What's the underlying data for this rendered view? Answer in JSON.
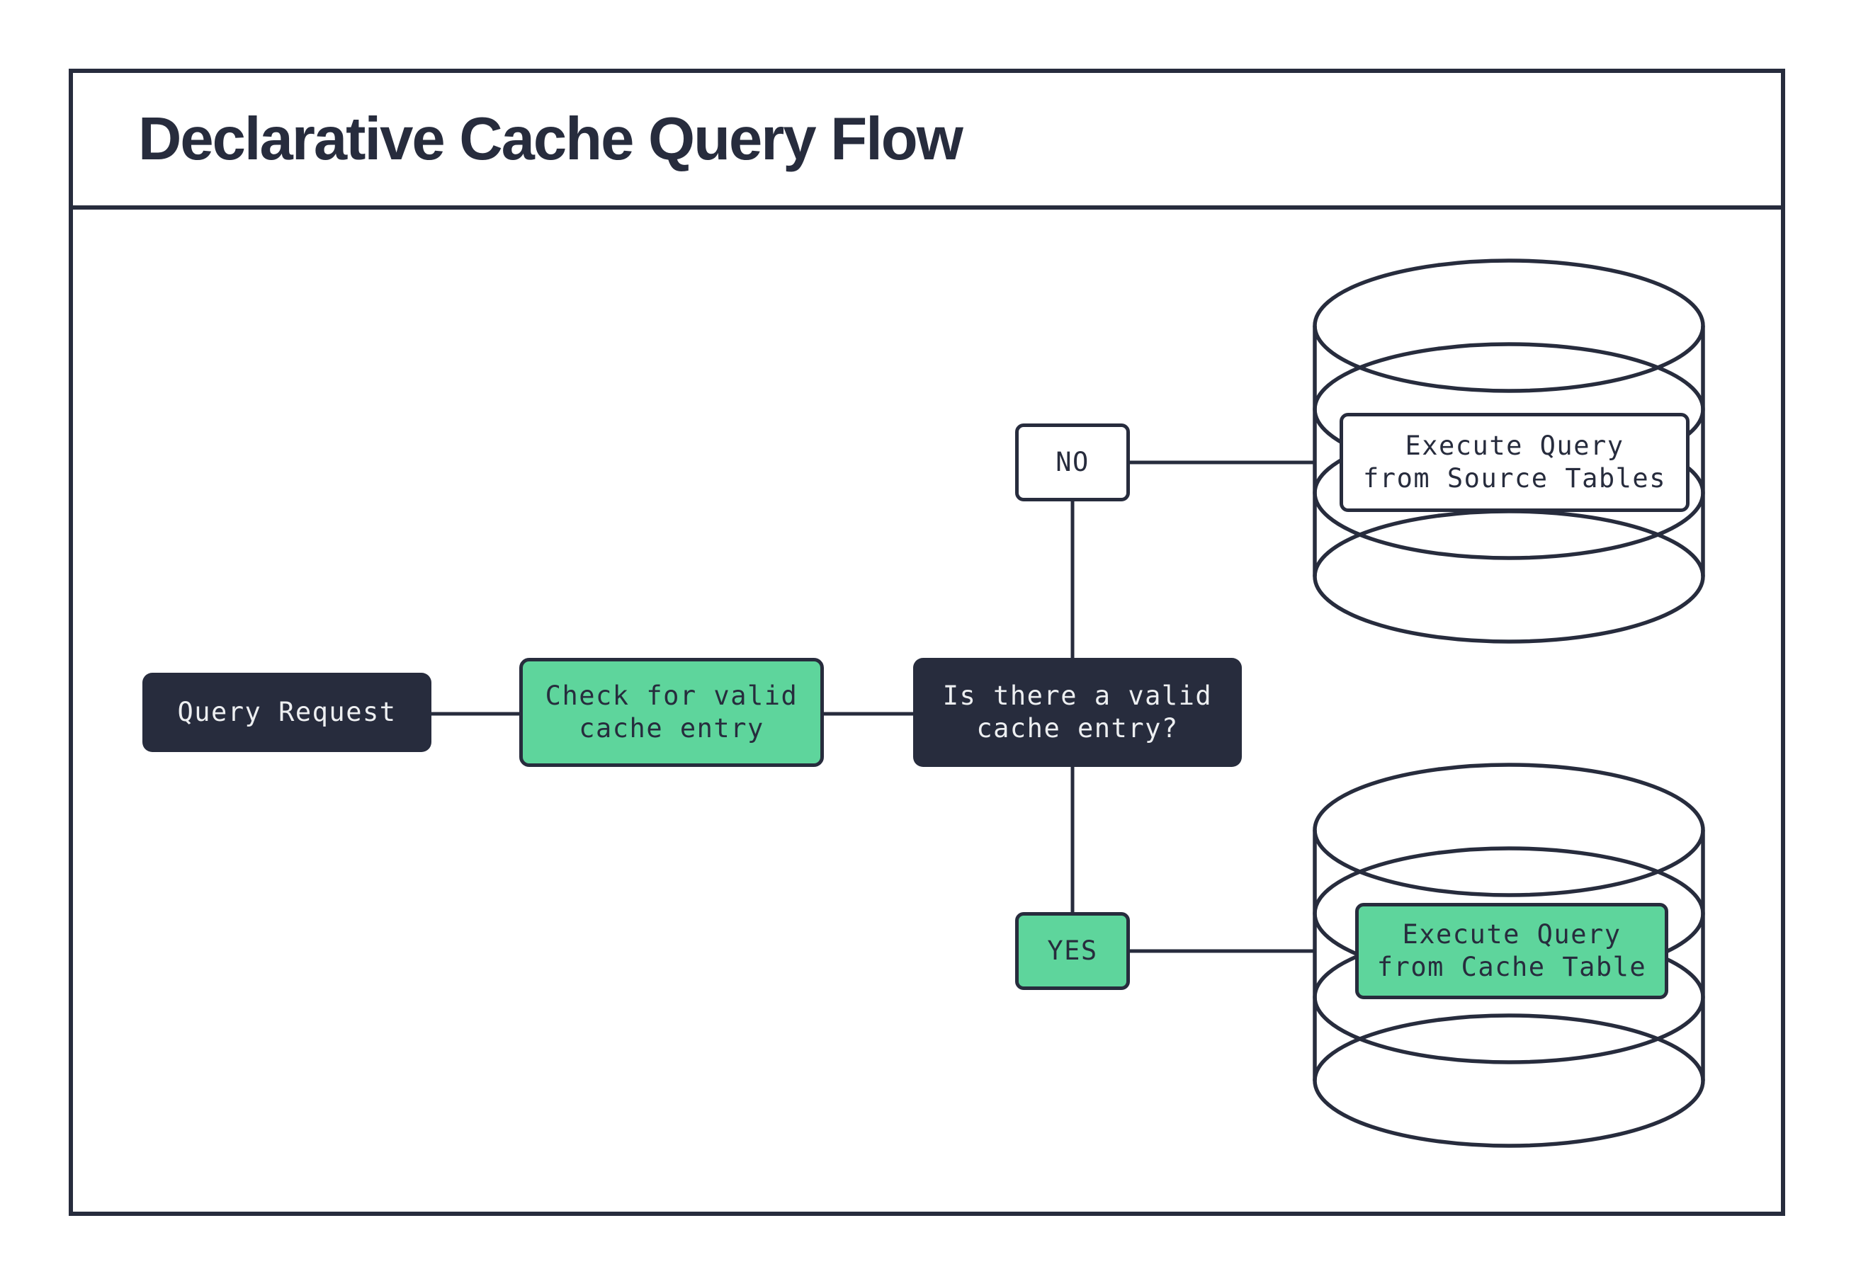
{
  "title": "Declarative Cache Query Flow",
  "theme": {
    "dark": "#272c3d",
    "green": "#5ed59c",
    "white": "#ffffff",
    "light_text": "#edeff1"
  },
  "nodes": {
    "query_request": {
      "label": "Query Request"
    },
    "check_cache": {
      "line1": "Check for valid",
      "line2": "cache entry"
    },
    "decision": {
      "line1": "Is there a valid",
      "line2": "cache entry?"
    },
    "no_branch": {
      "label": "NO"
    },
    "yes_branch": {
      "label": "YES"
    },
    "execute_source": {
      "line1": "Execute Query",
      "line2": "from Source Tables"
    },
    "execute_cache": {
      "line1": "Execute Query",
      "line2": "from Cache Table"
    }
  },
  "icons": {
    "source_db": "database-cylinder",
    "cache_db": "database-cylinder"
  }
}
